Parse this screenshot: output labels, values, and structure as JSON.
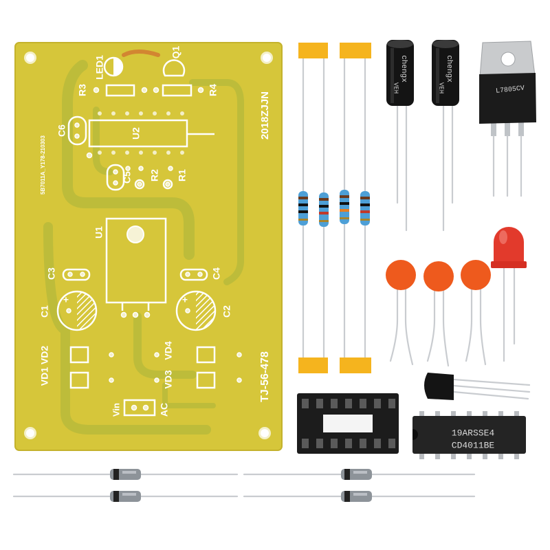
{
  "board": {
    "label_led1": "LED1",
    "label_q1": "Q1",
    "label_r3": "R3",
    "label_r4": "R4",
    "label_c6": "C6",
    "label_u2": "U2",
    "date_code": "2018ZJJN",
    "label_c5": "C5",
    "label_r2": "R2",
    "label_r1": "R1",
    "serial": "5B7011A_Y178-210303",
    "label_u1": "U1",
    "label_c3": "C3",
    "label_c4": "C4",
    "label_c1": "C1",
    "label_c2": "C2",
    "polarity_plus": "+",
    "label_vd1_vd2": "VD1 VD2",
    "label_vd4": "VD4",
    "label_vd3": "VD3",
    "part_number": "TJ-56-478",
    "label_vin": "Vin",
    "label_ac": "AC"
  },
  "components": {
    "electrolytic_capacitors": {
      "brand": "chengx",
      "series": "VEH"
    },
    "regulator": {
      "marking": "L7805CV"
    },
    "ic": {
      "marking_line1": "19ARSSE4",
      "marking_line2": "CD4011BE"
    }
  },
  "colors": {
    "pcb": "#d6c63a",
    "silkscreen": "#ffffff",
    "tape": "#f5b41e",
    "ceramic_capacitor": "#ee5a1d",
    "led": "#e23a2c",
    "resistor_body": "#4d9fd6"
  }
}
